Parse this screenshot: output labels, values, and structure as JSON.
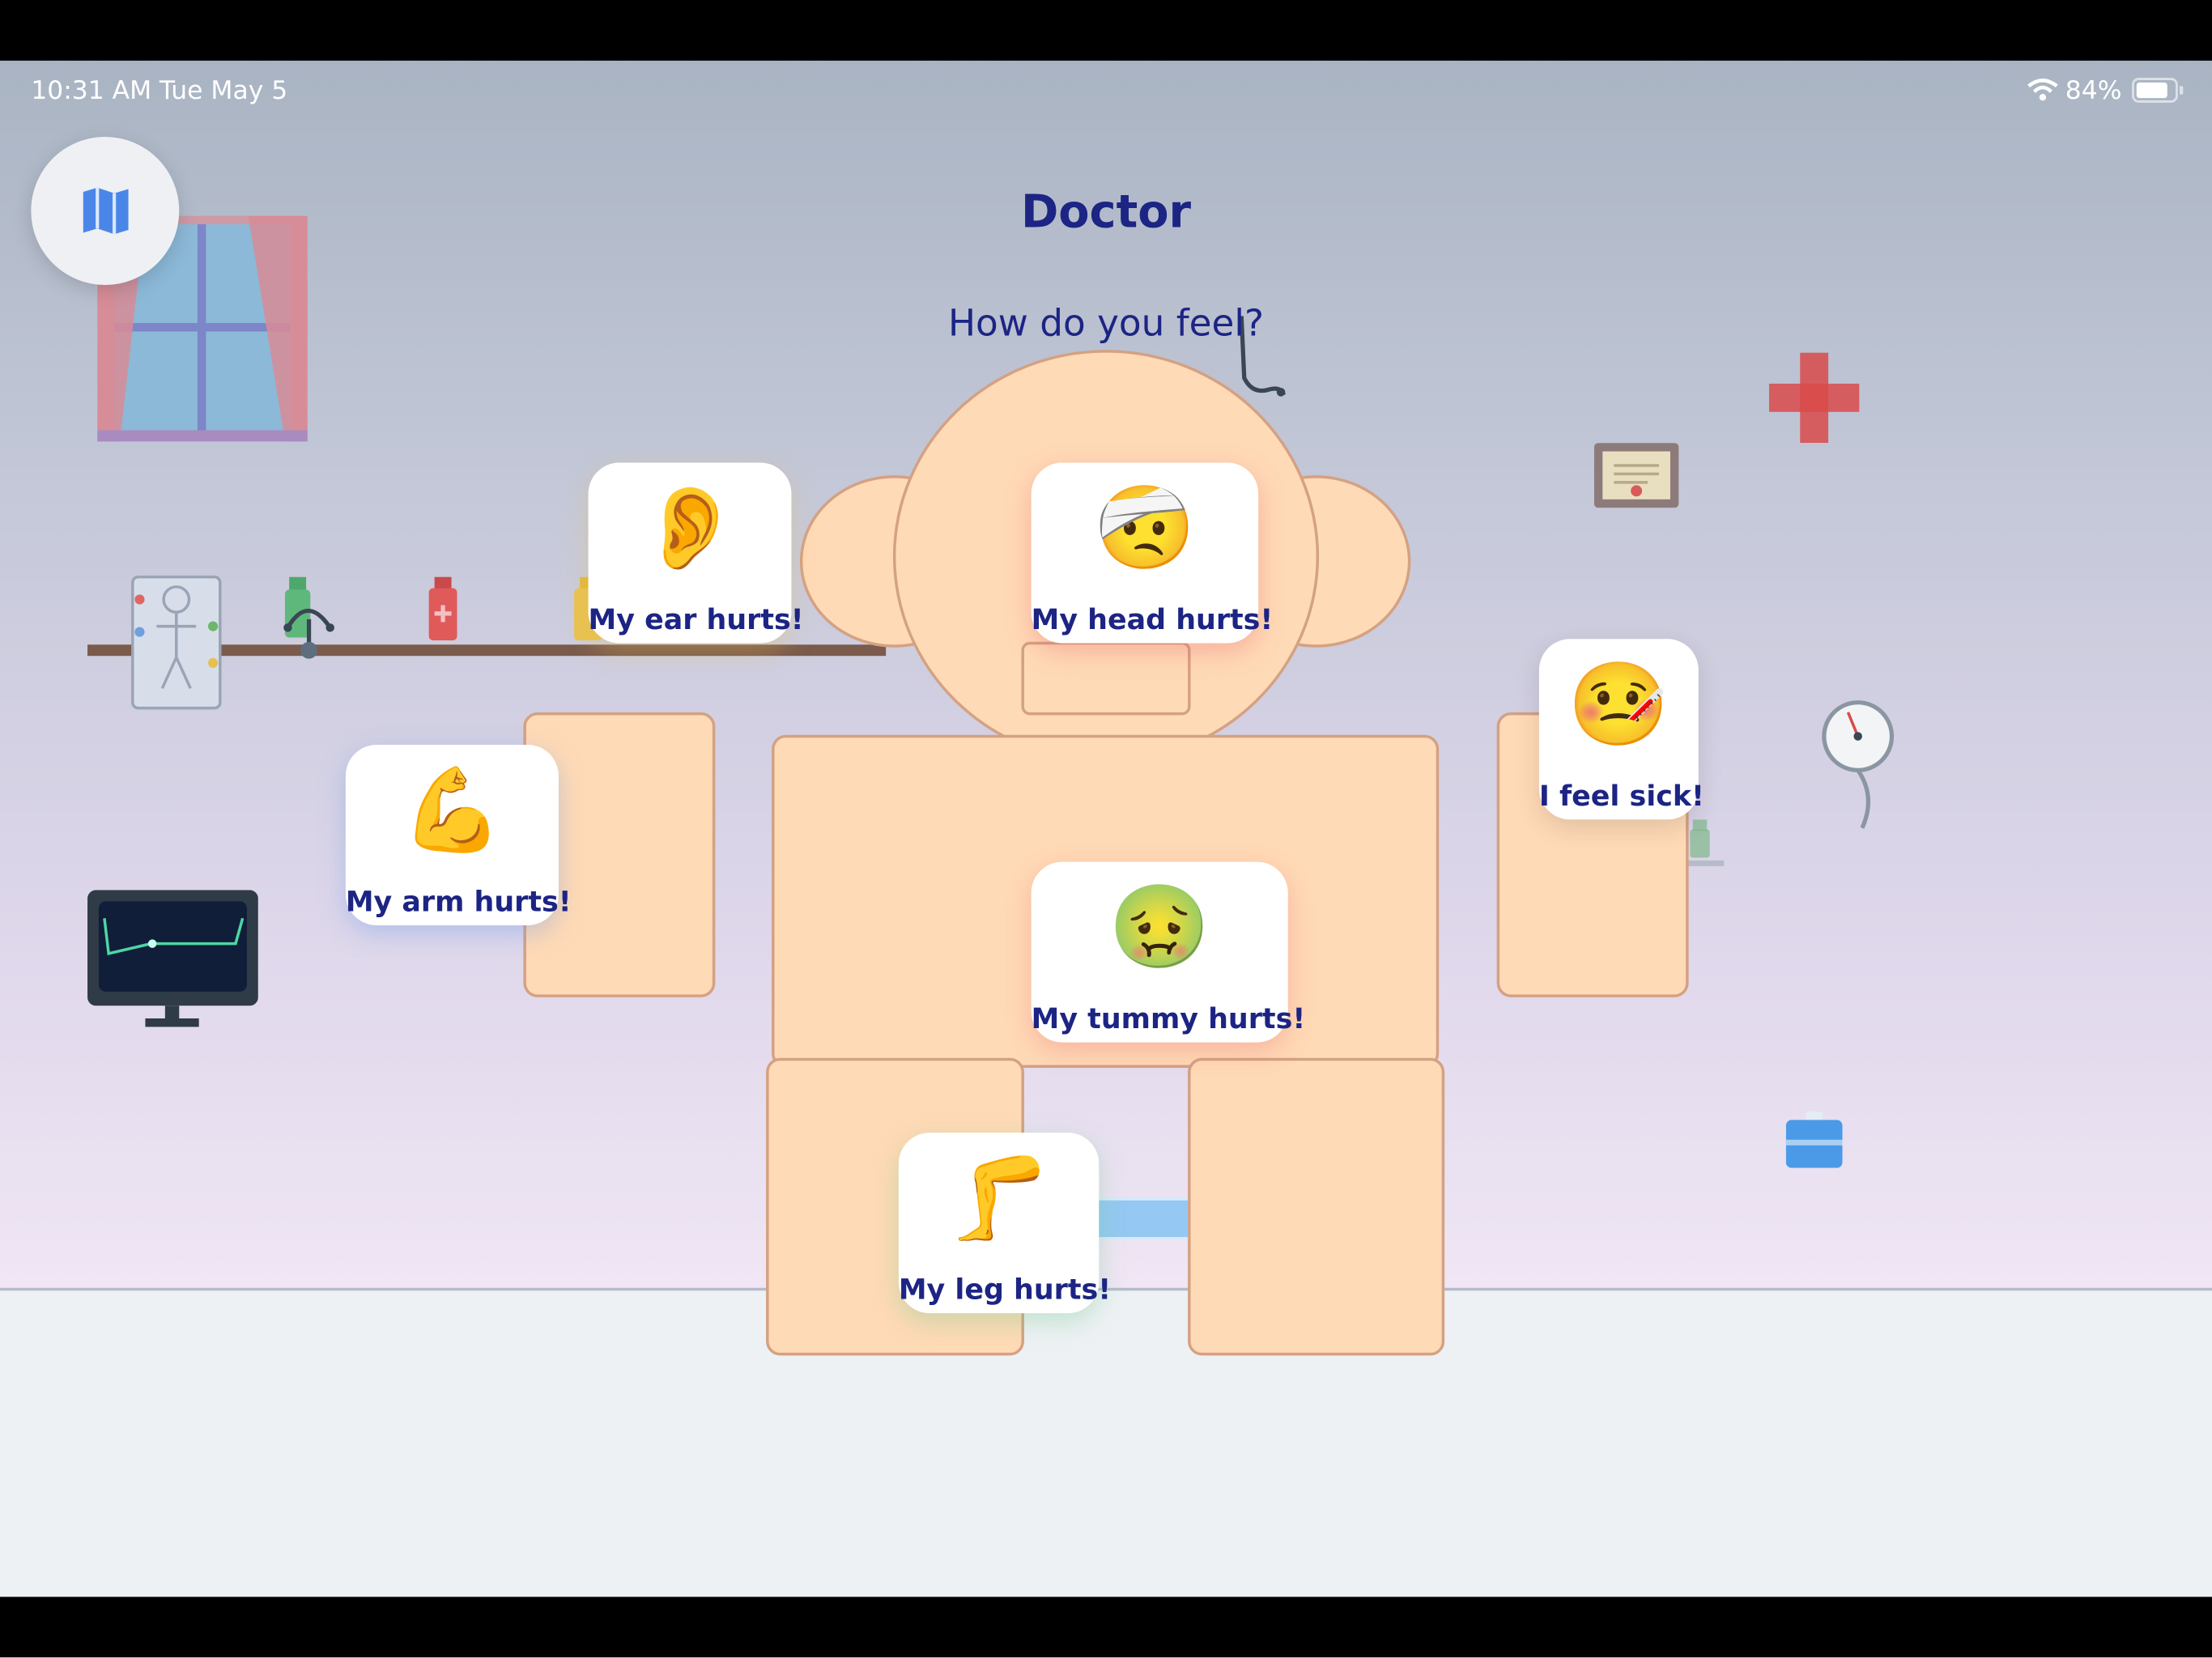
{
  "status_bar": {
    "time": "10:31 AM",
    "date": "Tue May 5",
    "battery_percent": "84%",
    "battery_level": 0.84
  },
  "header": {
    "title": "Doctor",
    "prompt": "How do you feel?"
  },
  "map_button": {
    "icon": "map-icon"
  },
  "options": [
    {
      "id": "ear",
      "label": "My ear hurts!",
      "emoji": "👂"
    },
    {
      "id": "head",
      "label": "My head hurts!",
      "emoji": "🤕"
    },
    {
      "id": "arm",
      "label": "My arm hurts!",
      "emoji": "💪"
    },
    {
      "id": "sick",
      "label": "I feel sick!",
      "emoji": "🤒"
    },
    {
      "id": "tummy",
      "label": "My tummy hurts!",
      "emoji": "🤢"
    },
    {
      "id": "leg",
      "label": "My leg hurts!",
      "emoji": "🦵"
    }
  ],
  "colors": {
    "title": "#1c2484",
    "body_fill": "#ffdab6",
    "body_stroke": "#d4a183",
    "cross": "#d94a4a",
    "monitor_line": "#4fd6a3"
  }
}
